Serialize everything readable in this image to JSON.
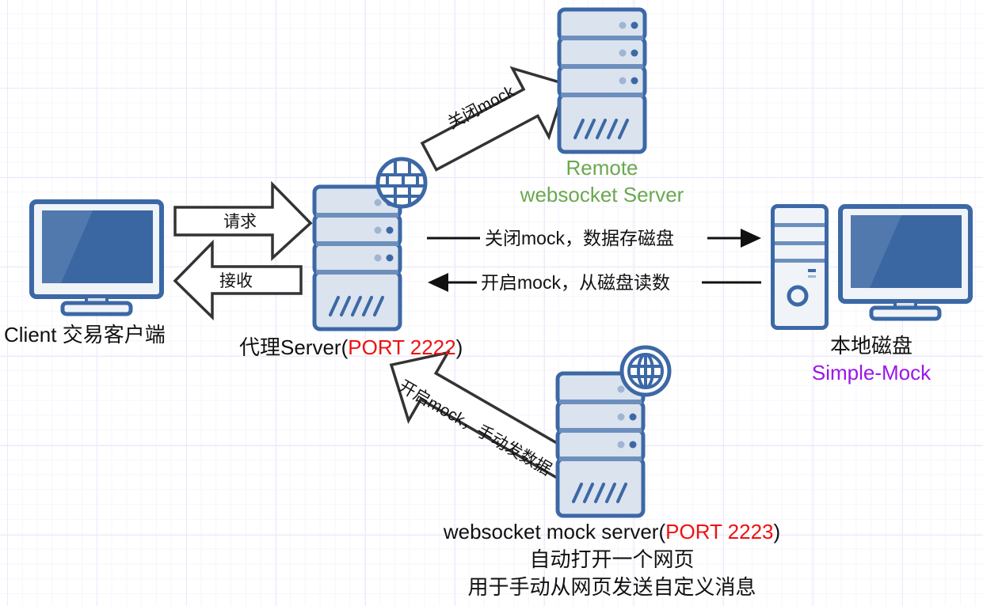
{
  "colors": {
    "icon_stroke": "#3c68a6",
    "icon_fill": "#dbe3ee",
    "screen_fill": "#3a67a2",
    "port_red": "#f01010",
    "remote_green": "#6aa84f",
    "simple_mock_purple": "#9a16e8",
    "arrow_stroke": "#333333",
    "grid": "#ece9fb"
  },
  "nodes": {
    "client": {
      "icon": "monitor-icon",
      "label": "Client 交易客户端"
    },
    "proxy": {
      "icon": "server-firewall-icon",
      "label_prefix": "代理Server(",
      "port": "PORT 2222",
      "label_suffix": ")"
    },
    "remote": {
      "icon": "server-icon",
      "label_line1": "Remote",
      "label_line2": "websocket Server"
    },
    "local_disk": {
      "icon": "desktop-computer-icon",
      "label": "本地磁盘",
      "sublabel": "Simple-Mock"
    },
    "mock_server": {
      "icon": "server-globe-icon",
      "label_prefix": "websocket mock server(",
      "port": "PORT 2223",
      "label_suffix": ")",
      "desc_line1": "自动打开一个网页",
      "desc_line2": "用于手动从网页发送自定义消息"
    }
  },
  "edges": {
    "request": "请求",
    "receive": "接收",
    "close_mock_remote": "关闭mock",
    "close_mock_disk": "关闭mock，数据存磁盘",
    "open_mock_disk": "开启mock，从磁盘读数",
    "open_mock_manual": "开启mock，手动发数据"
  }
}
